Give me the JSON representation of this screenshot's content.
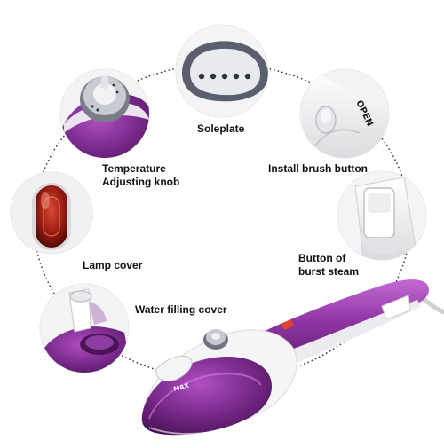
{
  "labels": {
    "soleplate": "Soleplate",
    "temperature_line1": "Temperature",
    "temperature_line2": "Adjusting knob",
    "install_brush": "Install brush button",
    "lamp_cover": "Lamp cover",
    "burst_line1": "Button of",
    "burst_line2": "burst steam",
    "water_filling": "Water filling cover"
  },
  "product_text": {
    "open": "OPEN",
    "max": "MAX"
  },
  "colors": {
    "purple": "#7a2a8c",
    "purple_dark": "#4b1457",
    "purple_light": "#b04fc3",
    "shell": "#f2f2f4",
    "lamp_red": "#9e1f14",
    "dotted_ring": "#333333"
  }
}
